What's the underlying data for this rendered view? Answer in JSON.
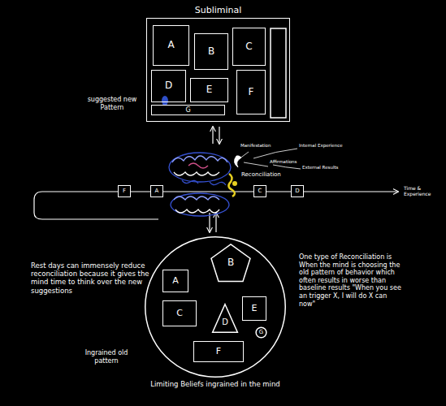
{
  "diagram": {
    "nodes": [
      {
        "text": [
          "Subliminal"
        ]
      },
      {
        "text": [
          "A"
        ],
        "in": 0
      },
      {
        "text": [
          "B"
        ],
        "in": 0
      },
      {
        "text": [
          "C"
        ],
        "in": 0
      },
      {
        "text": [
          "D"
        ],
        "in": 0
      },
      {
        "text": [
          "E"
        ],
        "in": 0
      },
      {
        "text": [
          "F"
        ],
        "in": 0
      },
      {
        "text": [
          "G"
        ],
        "in": 0
      },
      {
        "text": [
          "F"
        ]
      },
      {
        "text": [
          "A"
        ]
      },
      {
        "text": [
          "C"
        ]
      },
      {
        "text": [
          "D"
        ]
      },
      {
        "text": [
          "Limiting Beliefs ingrained in the mind"
        ]
      },
      {
        "text": [
          "A"
        ],
        "in": 12
      },
      {
        "text": [
          "B"
        ],
        "in": 12
      },
      {
        "text": [
          "C"
        ],
        "in": 12
      },
      {
        "text": [
          "D"
        ],
        "in": 12
      },
      {
        "text": [
          "E"
        ],
        "in": 12
      },
      {
        "text": [
          "G"
        ],
        "in": 12
      },
      {
        "text": [
          "F"
        ],
        "in": 12
      }
    ],
    "labels": [
      "suggested new Pattern",
      "Manifestation",
      "Internal Experience",
      "Affirmations",
      "External Results",
      "Reconciliation",
      "Time & Experience",
      "Rest days can immensely reduce reconciliation because it gives the mind time to think over the new suggestions",
      "Ingrained old pattern",
      "One type of Reconciliation is When the mind is choosing the old pattern of behavior which often results in worse than baseline results \"When you see an trigger X, I will do X can now\""
    ]
  }
}
